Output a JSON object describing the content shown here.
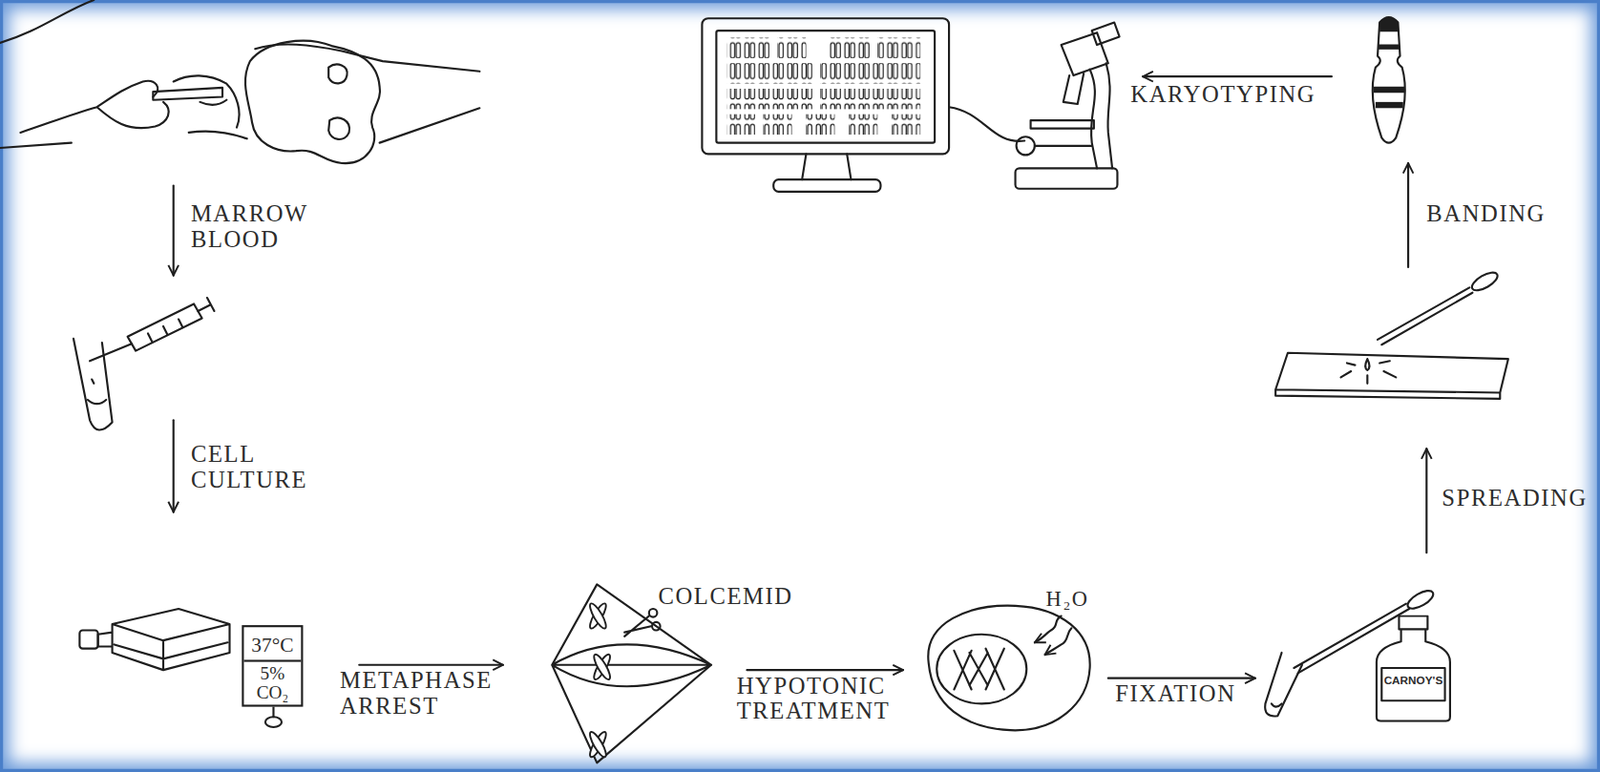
{
  "diagram": {
    "nodes": [
      {
        "text": [
          "37°C",
          "5% CO₂"
        ]
      },
      {
        "text": [
          "CARNOY'S"
        ]
      }
    ],
    "labels": [
      "MARROW BLOOD",
      "CELL CULTURE",
      "METAPHASE ARREST",
      "COLCEMID",
      "HYPOTONIC TREATMENT",
      "H₂O",
      "FIXATION",
      "SPREADING",
      "BANDING",
      "KARYOTYPING"
    ]
  }
}
